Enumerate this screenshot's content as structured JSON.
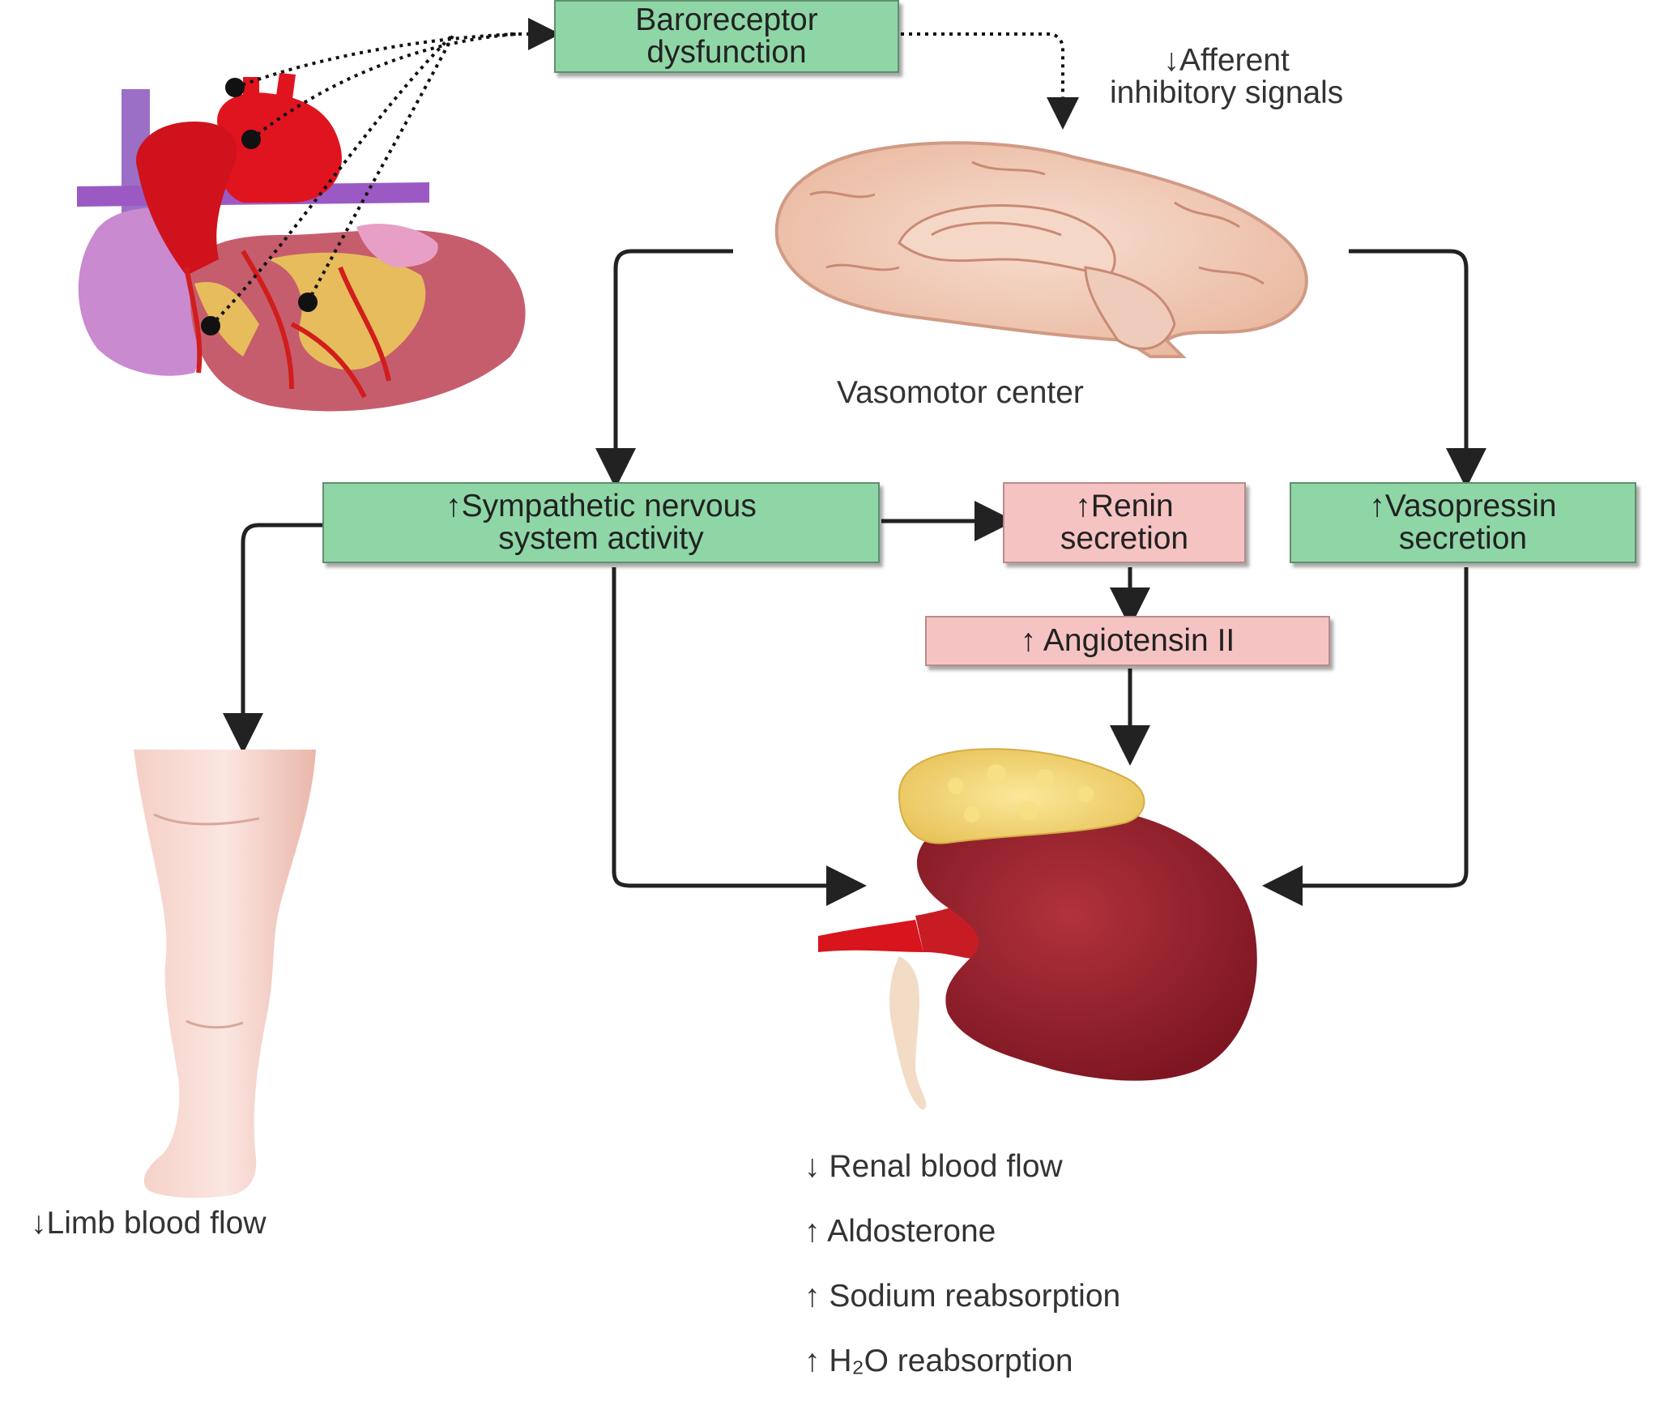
{
  "boxes": {
    "baroreceptor": "Baroreceptor\ndysfunction",
    "sympathetic": "↑Sympathetic nervous\nsystem activity",
    "renin": "↑Renin\nsecretion",
    "vasopressin": "↑Vasopressin\nsecretion",
    "angiotensin": "↑ Angiotensin II"
  },
  "labels": {
    "afferent": "↓Afferent\ninhibitory signals",
    "vasomotor": "Vasomotor center",
    "limb": "↓Limb blood flow"
  },
  "kidney_effects": [
    "↓ Renal blood flow",
    "↑ Aldosterone",
    "↑ Sodium reabsorption",
    "↑ H₂O reabsorption"
  ],
  "colors": {
    "green_box": "#8fd6a6",
    "pink_box": "#f6c3c3"
  },
  "icons": [
    "heart-illustration",
    "brain-illustration",
    "leg-illustration",
    "kidney-illustration"
  ]
}
